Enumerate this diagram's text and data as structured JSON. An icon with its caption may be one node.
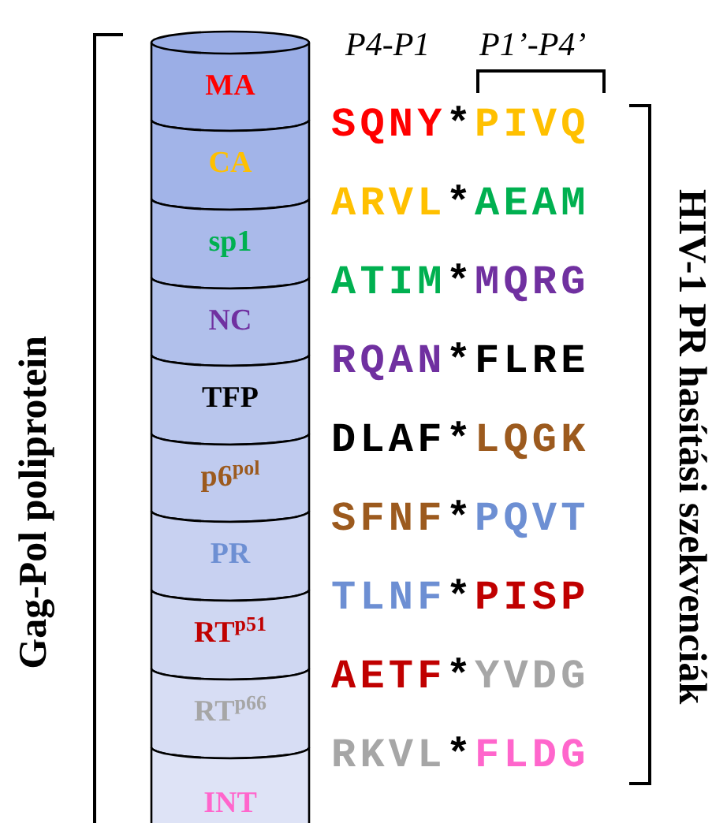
{
  "diagram": {
    "nodes": [
      {
        "text": [
          "MA"
        ]
      },
      {
        "text": [
          "CA"
        ]
      },
      {
        "text": [
          "sp1"
        ]
      },
      {
        "text": [
          "NC"
        ]
      },
      {
        "text": [
          "TFP"
        ]
      },
      {
        "text": [
          "p6$^{pol}$"
        ]
      },
      {
        "text": [
          "PR"
        ]
      },
      {
        "text": [
          "RT$^{p51}$"
        ]
      },
      {
        "text": [
          "RT$^{p66}$"
        ]
      },
      {
        "text": [
          "INT"
        ]
      }
    ],
    "labels": [
      "Gag-Pol poliprotein",
      "P4-P1",
      "P1’-P4’",
      "SQNY*PIVQ",
      "ARVL*AEAM",
      "ATIM*MQRG",
      "RQAN*FLRE",
      "DLAF*LQGK",
      "SFNF*PQVT",
      "TLNF*PISP",
      "AETF*YVDG",
      "RKVL*FLDG",
      "HIV-1 PR hasítási szekvenciák"
    ]
  }
}
